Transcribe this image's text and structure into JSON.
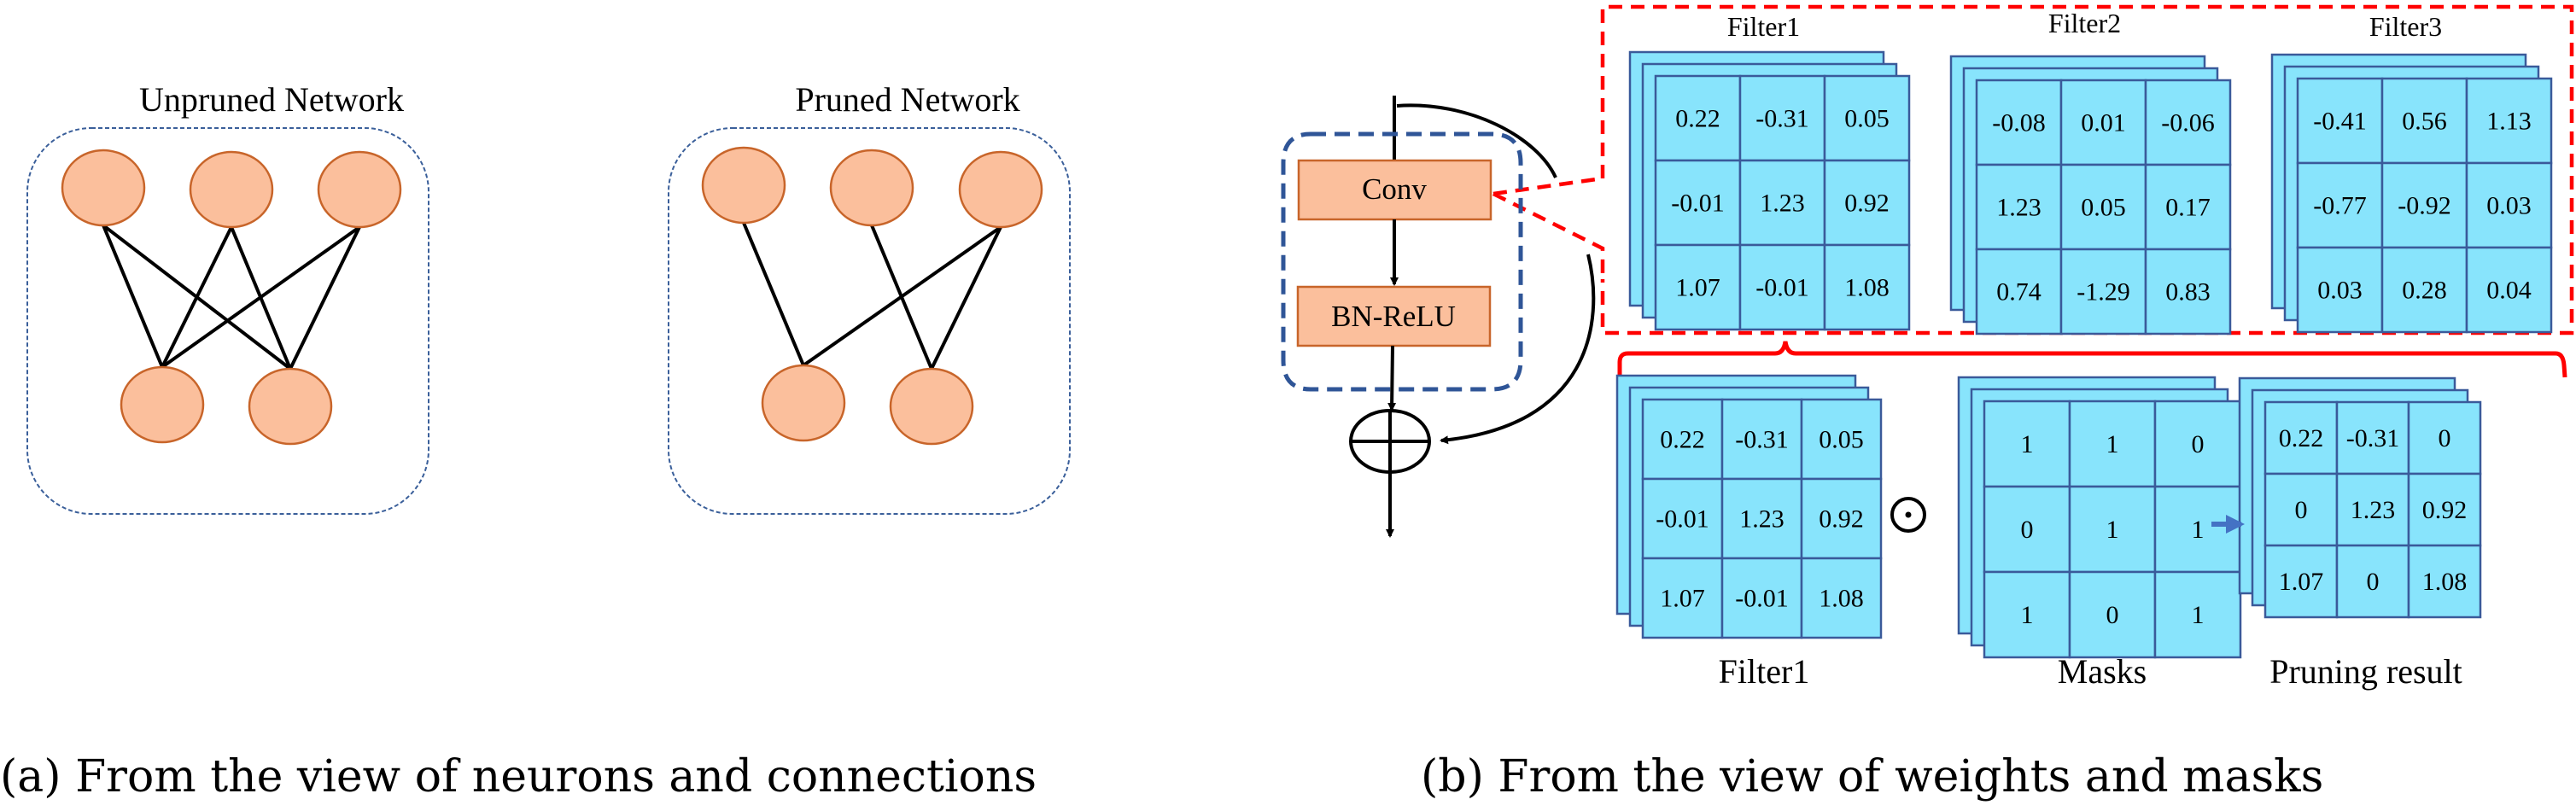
{
  "panel_a": {
    "caption": "(a) From the view of neurons and connections",
    "networks": [
      {
        "title": "Unpruned Network",
        "input_neurons": 3,
        "output_neurons": 2,
        "connections": [
          [
            0,
            0
          ],
          [
            0,
            1
          ],
          [
            1,
            0
          ],
          [
            1,
            1
          ],
          [
            2,
            0
          ],
          [
            2,
            1
          ]
        ]
      },
      {
        "title": "Pruned Network",
        "input_neurons": 3,
        "output_neurons": 2,
        "connections": [
          [
            0,
            0
          ],
          [
            1,
            1
          ],
          [
            2,
            0
          ],
          [
            2,
            1
          ]
        ]
      }
    ]
  },
  "panel_b": {
    "caption": "(b) From the view of weights and masks",
    "block": {
      "conv_label": "Conv",
      "bn_relu_label": "BN-ReLU",
      "add_symbol": "residual-add"
    },
    "top_filters": [
      {
        "title": "Filter1",
        "values": [
          [
            "0.22",
            "-0.31",
            "0.05"
          ],
          [
            "-0.01",
            "1.23",
            "0.92"
          ],
          [
            "1.07",
            "-0.01",
            "1.08"
          ]
        ]
      },
      {
        "title": "Filter2",
        "values": [
          [
            "-0.08",
            "0.01",
            "-0.06"
          ],
          [
            "1.23",
            "0.05",
            "0.17"
          ],
          [
            "0.74",
            "-1.29",
            "0.83"
          ]
        ]
      },
      {
        "title": "Filter3",
        "values": [
          [
            "-0.41",
            "0.56",
            "1.13"
          ],
          [
            "-0.77",
            "-0.92",
            "0.03"
          ],
          [
            "0.03",
            "0.28",
            "0.04"
          ]
        ]
      }
    ],
    "bottom": {
      "filter": {
        "label": "Filter1",
        "values": [
          [
            "0.22",
            "-0.31",
            "0.05"
          ],
          [
            "-0.01",
            "1.23",
            "0.92"
          ],
          [
            "1.07",
            "-0.01",
            "1.08"
          ]
        ]
      },
      "operator": "⊙",
      "masks": {
        "label": "Masks",
        "values": [
          [
            "1",
            "1",
            "0"
          ],
          [
            "0",
            "1",
            "1"
          ],
          [
            "1",
            "0",
            "1"
          ]
        ]
      },
      "result": {
        "label": "Pruning result",
        "values": [
          [
            "0.22",
            "-0.31",
            "0"
          ],
          [
            "0",
            "1.23",
            "0.92"
          ],
          [
            "1.07",
            "0",
            "1.08"
          ]
        ]
      }
    }
  },
  "colors": {
    "neuron_fill": "#fbbf9c",
    "neuron_stroke": "#c8652a",
    "cell_fill": "#88e4fc",
    "cell_stroke": "#3a5a9a",
    "highlight_red": "#ff0000",
    "block_border_blue": "#2f5597",
    "arrow_blue": "#4472c4"
  }
}
